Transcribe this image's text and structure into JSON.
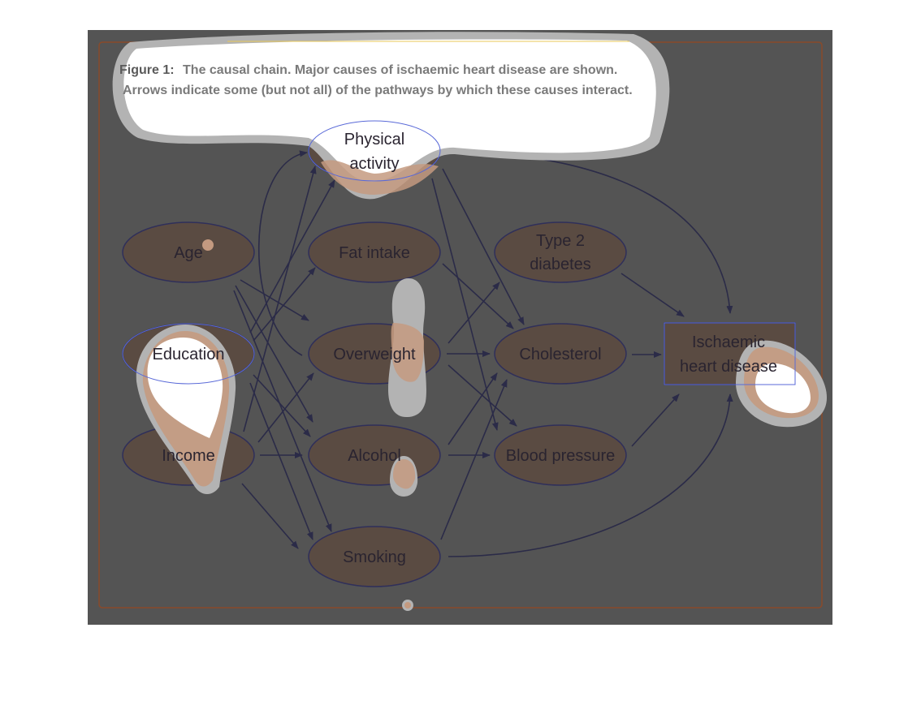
{
  "figure": {
    "caption_lead": "Figure 1:",
    "caption_line1": "The causal chain. Major causes of ischaemic heart disease are shown.",
    "caption_line2": "Arrows indicate some (but not all) of the pathways by which these causes interact."
  },
  "colors": {
    "background": "#545454",
    "frame": "#8a4a2a",
    "node_fill": "#5a4b42",
    "node_stroke": "#2f2f5a",
    "arrow": "#2b2b48",
    "blob_white": "#ffffff",
    "blob_grey": "#b3b3b3",
    "blob_tan": "#c49a80"
  },
  "nodes": {
    "age": "Age",
    "education": "Education",
    "income": "Income",
    "physical_activity_1": "Physical",
    "physical_activity_2": "activity",
    "fat_intake": "Fat intake",
    "overweight": "Overweight",
    "alcohol": "Alcohol",
    "smoking": "Smoking",
    "type2_1": "Type 2",
    "type2_2": "diabetes",
    "cholesterol": "Cholesterol",
    "blood_pressure": "Blood pressure",
    "ihd_1": "Ischaemic",
    "ihd_2": "heart disease"
  }
}
